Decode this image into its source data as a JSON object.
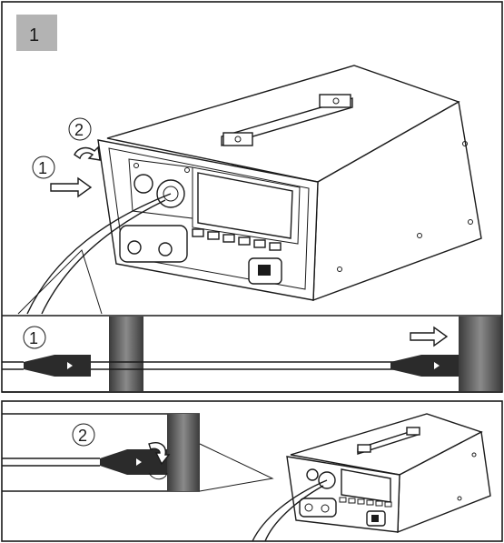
{
  "figure_number": "1",
  "steps": {
    "one": "1",
    "two": "2"
  },
  "colors": {
    "badge": "#b3b3b3",
    "clamp": "#555555",
    "clamp_light": "#8a8a8a",
    "stroke": "#1a1a1a"
  }
}
